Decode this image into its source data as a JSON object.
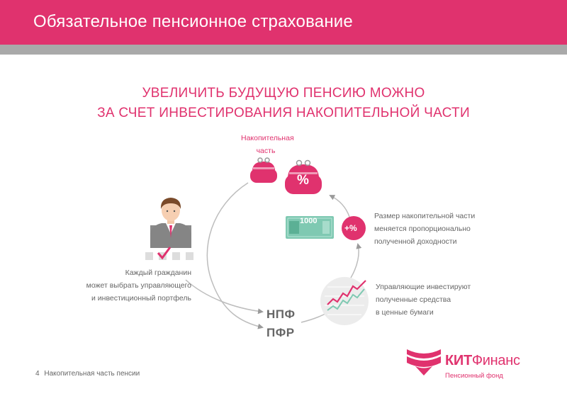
{
  "header": {
    "title": "Обязательное пенсионное страхование"
  },
  "headline": {
    "line1": "УВЕЛИЧИТЬ БУДУЩУЮ ПЕНСИЮ МОЖНО",
    "line2": "ЗА СЧЕТ ИНВЕСТИРОВАНИЯ НАКОПИТЕЛЬНОЙ ЧАСТИ"
  },
  "diagram": {
    "savings_label": [
      "Накопительная",
      "часть"
    ],
    "percent_symbol": "%",
    "banknote_value": "1000",
    "plus_percent": "+%",
    "citizen_caption": [
      "Каждый гражданин",
      "может выбрать управляющего",
      "и инвестиционный портфель"
    ],
    "growth_caption": [
      "Размер накопительной части",
      "меняется пропорционально",
      "полученной доходности"
    ],
    "managers_caption": [
      "Управляющие инвестируют",
      "полученные средства",
      "в ценные бумаги"
    ],
    "fund_npf": "НПФ",
    "fund_pfr": "ПФР"
  },
  "footer": {
    "page_number": "4",
    "text": "Накопительная часть пенсии"
  },
  "logo": {
    "brand_bold": "КИТ",
    "brand_regular": "Финанс",
    "subtitle": "Пенсионный фонд"
  },
  "colors": {
    "accent": "#e0326e",
    "gray_strip": "#a9a9a9",
    "text_gray": "#666666",
    "banknote": "#7fc9b2"
  }
}
